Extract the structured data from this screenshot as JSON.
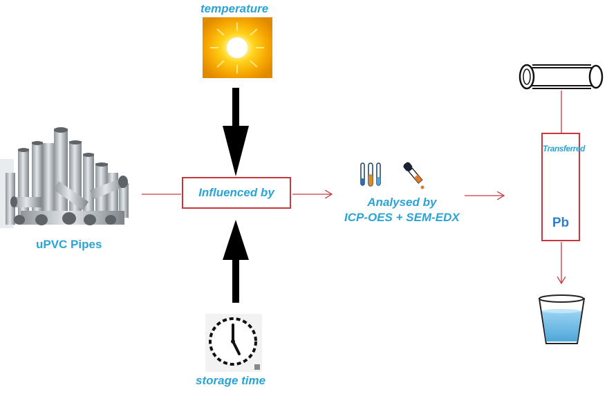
{
  "labels": {
    "temperature": "temperature",
    "pipes": "uPVC Pipes",
    "influenced_by": "Influenced by",
    "analysed_line1": "Analysed by",
    "analysed_line2": "ICP-OES + SEM-EDX",
    "storage_time": "storage time",
    "transferred": "Transferred",
    "element": "Pb"
  },
  "colors": {
    "label_blue": "#2aa4d5",
    "box_red": "#c6363b",
    "arrow_black": "#000000",
    "pb_blue": "#2f7fd0"
  },
  "icons": [
    "sun-icon",
    "pipes-icon",
    "test-tubes-icon",
    "dropper-icon",
    "clock-icon",
    "pipe-icon",
    "lead-metal-icon",
    "water-glass-icon"
  ]
}
